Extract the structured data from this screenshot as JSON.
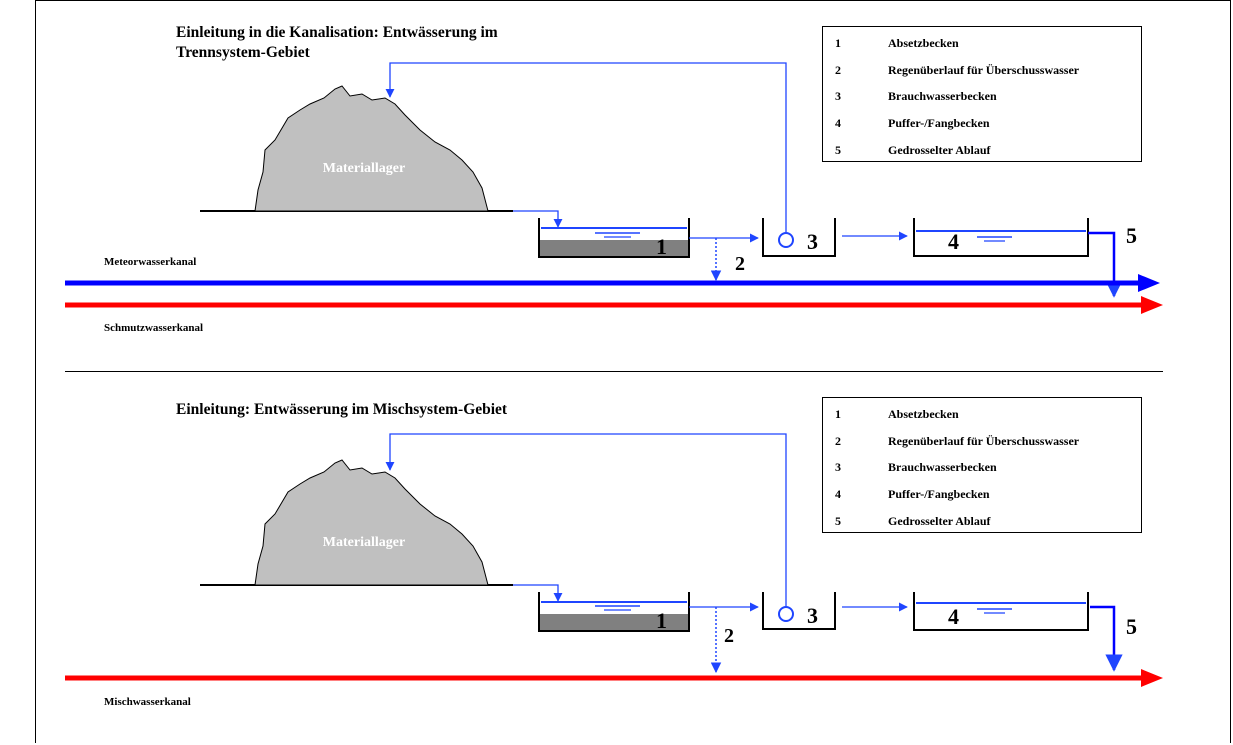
{
  "top": {
    "title_line1": "Einleitung in die Kanalisation: Entwässerung im",
    "title_line2": "Trennsystem-Gebiet",
    "stockpile_label": "Materiallager",
    "channel_upper": "Meteorwasserkanal",
    "channel_lower": "Schmutzwasserkanal",
    "markers": [
      "1",
      "2",
      "3",
      "4",
      "5"
    ]
  },
  "bottom": {
    "title": "Einleitung: Entwässerung im Mischsystem-Gebiet",
    "stockpile_label": "Materiallager",
    "channel": "Mischwasserkanal",
    "markers": [
      "1",
      "2",
      "3",
      "4",
      "5"
    ]
  },
  "legend": [
    {
      "num": "1",
      "label": "Absetzbecken"
    },
    {
      "num": "2",
      "label": "Regenüberlauf für Überschusswasser"
    },
    {
      "num": "3",
      "label": "Brauchwasserbecken"
    },
    {
      "num": "4",
      "label": "Puffer-/Fangbecken"
    },
    {
      "num": "5",
      "label": "Gedrosselter Ablauf"
    }
  ],
  "colors": {
    "blue_channel": "#0000ff",
    "red_channel": "#ff0000",
    "flow_line": "#1f45ff",
    "stockpile": "#c0c0c0",
    "sediment": "#808080"
  }
}
